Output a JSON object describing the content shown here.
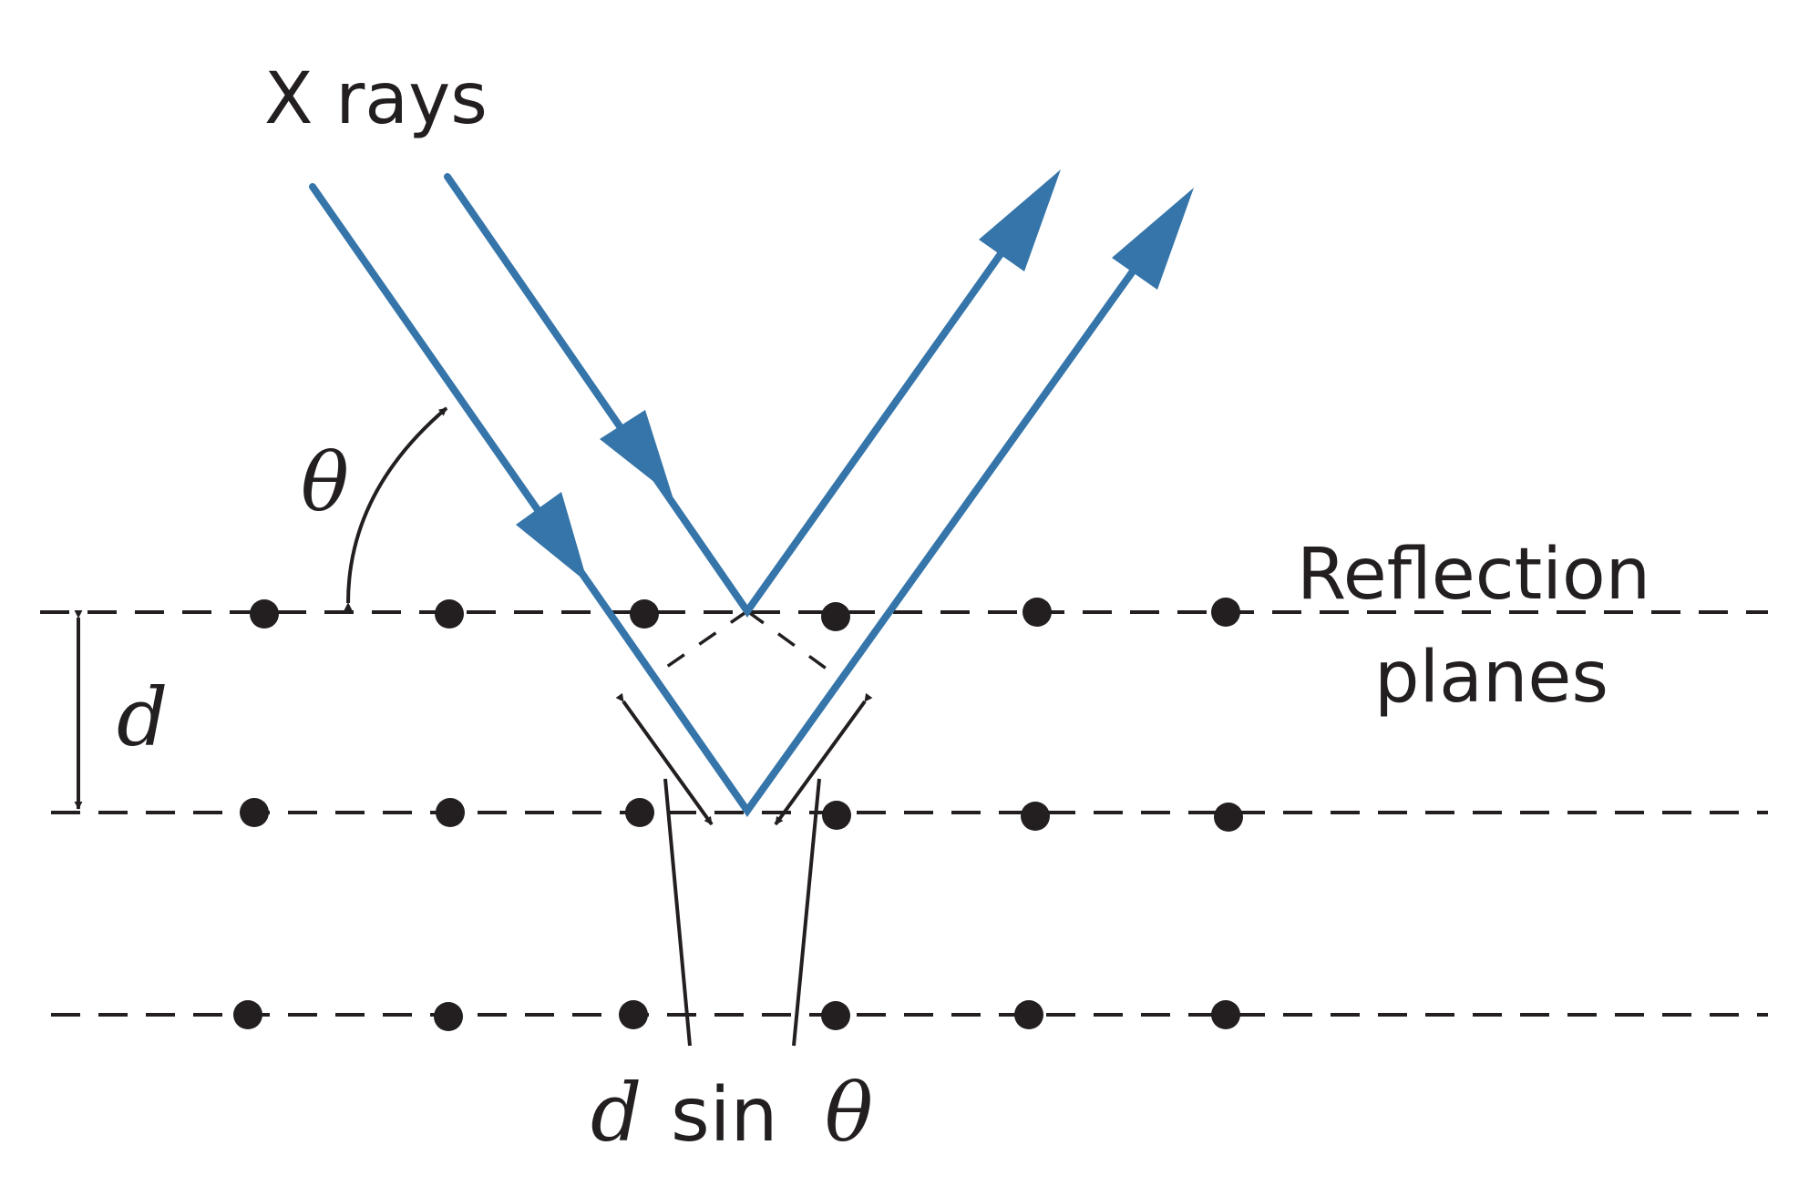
{
  "labels": {
    "xrays": "X rays",
    "theta": "θ",
    "reflection_line1": "Reflection",
    "reflection_line2": "planes",
    "d": "d",
    "dsin_d": "d",
    "dsin_sin": "sin",
    "dsin_theta": "θ"
  },
  "colors": {
    "ray": "#3575aa",
    "ink": "#231f20",
    "background": "#ffffff"
  }
}
